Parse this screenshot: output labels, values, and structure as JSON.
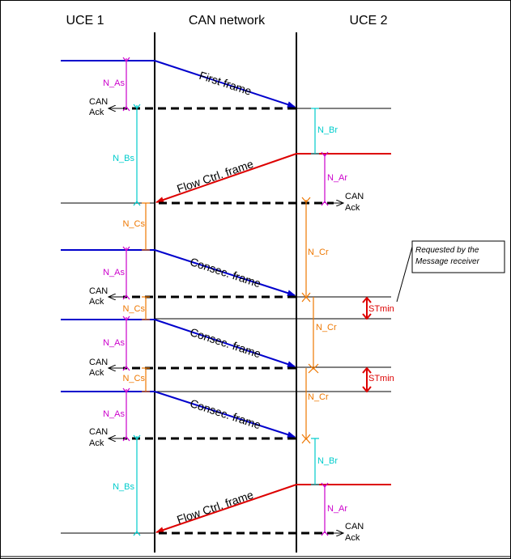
{
  "headers": {
    "uce1": "UCE 1",
    "can": "CAN network",
    "uce2": "UCE 2"
  },
  "frames": {
    "first": "First frame",
    "flow": "Flow Ctrl. frame",
    "consec": "Consec. frame"
  },
  "ack": {
    "can": "CAN",
    "ack": "Ack"
  },
  "timers": {
    "n_as": "N_As",
    "n_bs": "N_Bs",
    "n_br": "N_Br",
    "n_ar": "N_Ar",
    "n_cs": "N_Cs",
    "n_cr": "N_Cr",
    "stmin": "STmin"
  },
  "note": {
    "line1": "Requested by the",
    "line2": "Message receiver"
  },
  "colors": {
    "blue": "#0000cc",
    "red": "#dd0000",
    "magenta": "#cc00cc",
    "cyan": "#00cccc",
    "orange": "#ee7700",
    "black": "#000000"
  }
}
